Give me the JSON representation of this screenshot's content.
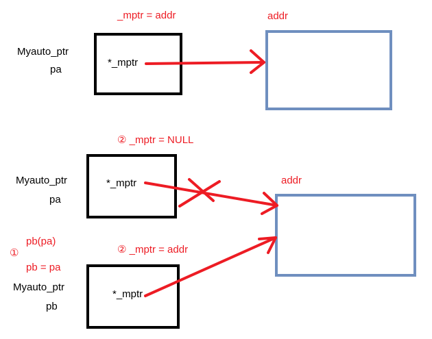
{
  "colors": {
    "accent_red": "#ed1c24",
    "memory_box_border": "#6f8fbf",
    "pointer_box_border": "#000000"
  },
  "diagram": {
    "top": {
      "annotation": "_mptr = addr",
      "addr_label": "addr",
      "object_type": "Myauto_ptr",
      "object_name": "pa",
      "member": "*_mptr"
    },
    "bottom": {
      "annotation_pa": "② _mptr = NULL",
      "addr_label": "addr",
      "pa_type": "Myauto_ptr",
      "pa_name": "pa",
      "pa_member": "*_mptr",
      "step_marker": "①",
      "copy_ctor": "pb(pa)",
      "assignment": "pb = pa",
      "annotation_pb": "② _mptr = addr",
      "pb_type": "Myauto_ptr",
      "pb_name": "pb",
      "pb_member": "*_mptr"
    }
  }
}
